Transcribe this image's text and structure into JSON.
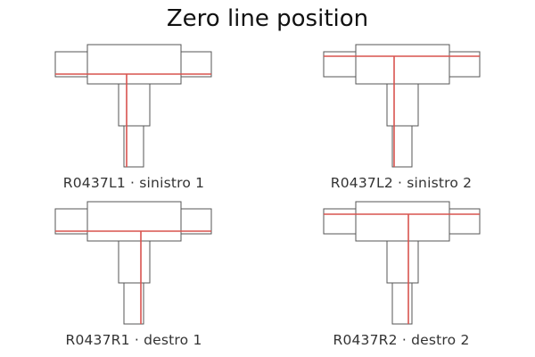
{
  "title": "Zero line position",
  "colors": {
    "outline": "#555555",
    "zero_line": "#d9534f"
  },
  "connectors": [
    {
      "code": "R0437L1",
      "label": "R0437L1 · sinistro 1",
      "side": "left",
      "variant": 1
    },
    {
      "code": "R0437L2",
      "label": "R0437L2 · sinistro 2",
      "side": "left",
      "variant": 2
    },
    {
      "code": "R0437R1",
      "label": "R0437R1 · destro 1",
      "side": "right",
      "variant": 1
    },
    {
      "code": "R0437R2",
      "label": "R0437R2 · destro 2",
      "side": "right",
      "variant": 2
    }
  ]
}
